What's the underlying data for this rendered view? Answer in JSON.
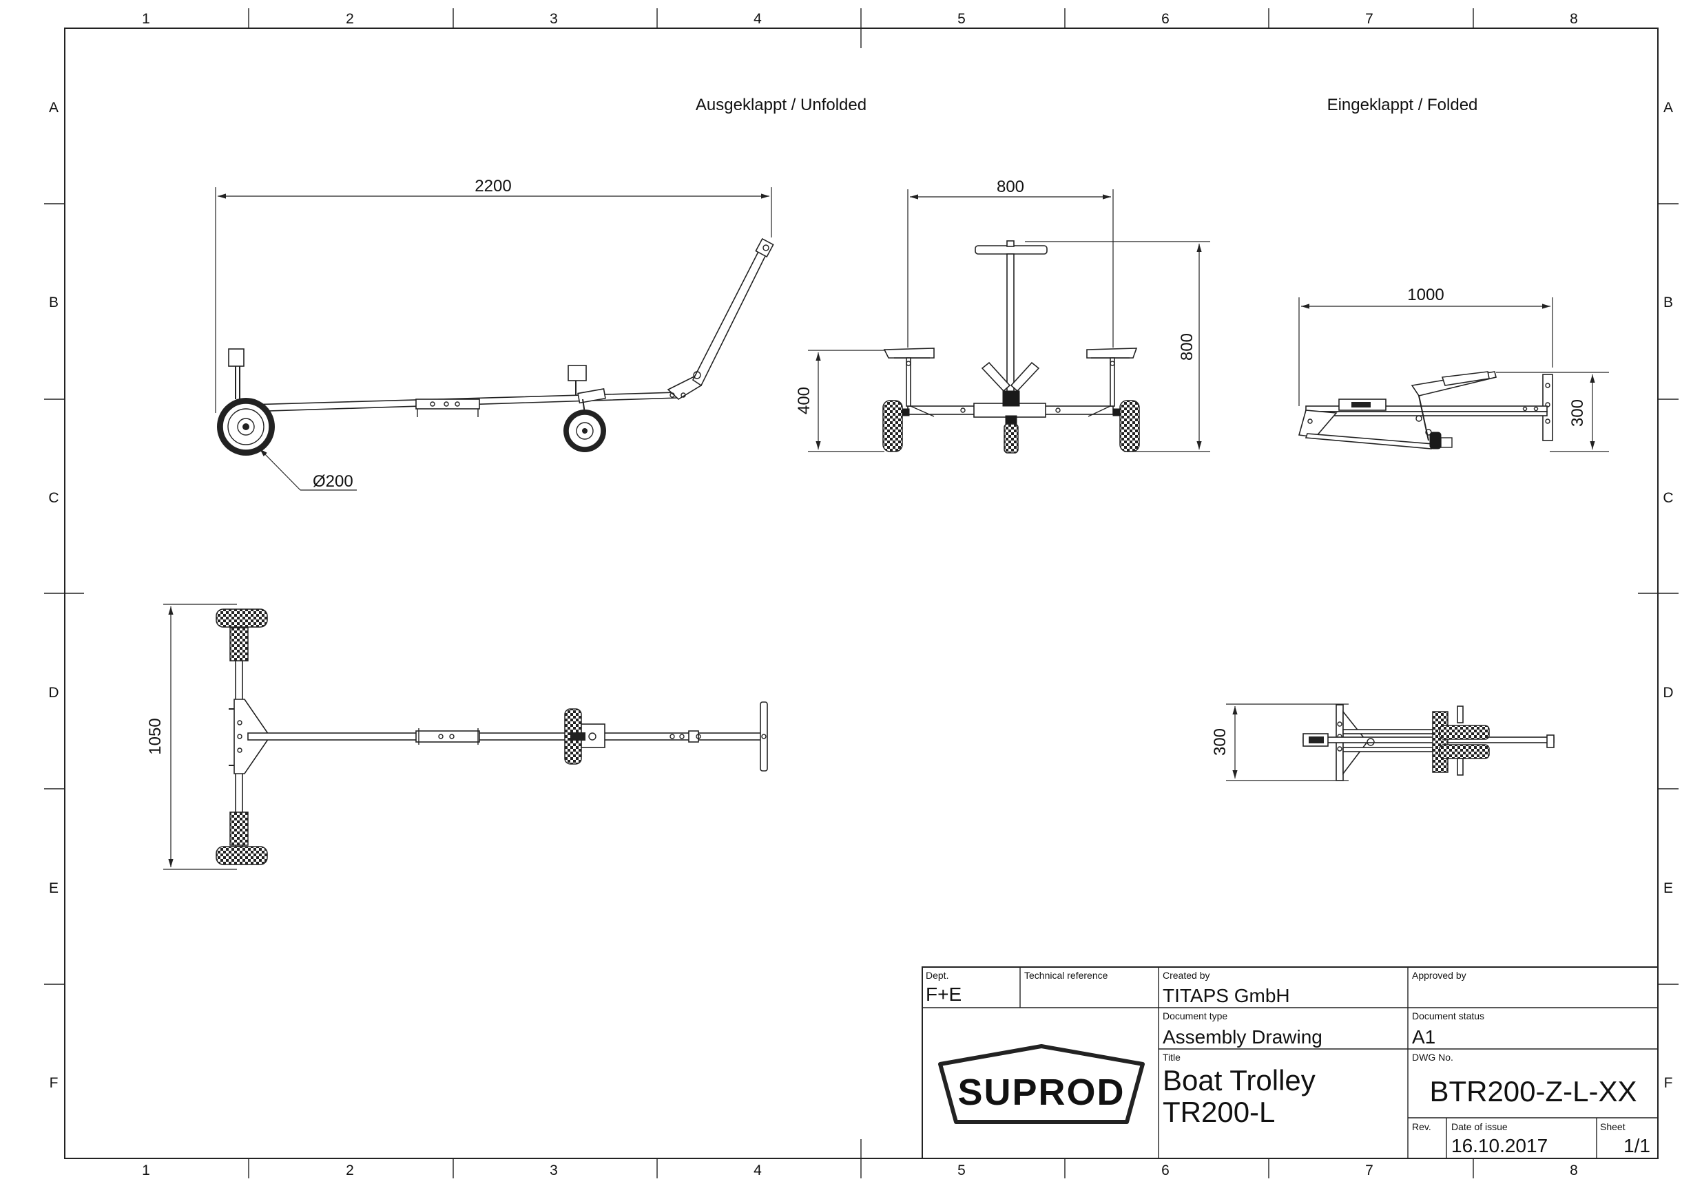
{
  "grid": {
    "columns": [
      "1",
      "2",
      "3",
      "4",
      "5",
      "6",
      "7",
      "8"
    ],
    "rows": [
      "A",
      "B",
      "C",
      "D",
      "E",
      "F"
    ]
  },
  "views": {
    "unfolded_title": "Ausgeklappt / Unfolded",
    "folded_title": "Eingeklappt / Folded"
  },
  "dimensions": {
    "length": "2200",
    "wheel_diameter": "Ø200",
    "track_width": "800",
    "height_overall": "800",
    "height_support": "400",
    "folded_length": "1000",
    "folded_height": "300",
    "axle_width": "1050",
    "folded_width": "300"
  },
  "title_block": {
    "dept_label": "Dept.",
    "dept_value": "F+E",
    "techref_label": "Technical reference",
    "created_label": "Created by",
    "created_value": "TITAPS GmbH",
    "approved_label": "Approved by",
    "doctype_label": "Document type",
    "doctype_value": "Assembly Drawing",
    "docstatus_label": "Document status",
    "docstatus_value": "A1",
    "title_label": "Title",
    "title_line1": "Boat Trolley",
    "title_line2": "TR200-L",
    "dwg_label": "DWG No.",
    "dwg_value": "BTR200-Z-L-XX",
    "rev_label": "Rev.",
    "date_label": "Date of issue",
    "date_value": "16.10.2017",
    "sheet_label": "Sheet",
    "sheet_value": "1/1",
    "logo_text": "SUPROD"
  }
}
